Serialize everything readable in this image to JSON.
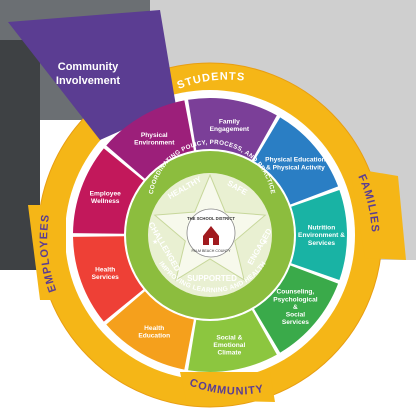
{
  "colors": {
    "outer_ring": "#f5b617",
    "outer_ring_edge": "#e89e12",
    "community_involvement": "#5b3d92",
    "core_ring": "#8cbd3e",
    "core_inner": "#e9f0d2",
    "star": "#f7f9ec",
    "logo_red": "#a11b1f",
    "backdrop_gray": "#cfcfcf"
  },
  "outer_labels": {
    "students": "STUDENTS",
    "families": "FAMILIES",
    "community": "COMMUNITY",
    "employees": "EMPLOYEES"
  },
  "community_involvement": {
    "line1": "Community",
    "line2": "Involvement"
  },
  "segments": [
    {
      "lines": [
        "Physical Education",
        "& Physical Activity"
      ],
      "color": "#2a7ec4"
    },
    {
      "lines": [
        "Nutrition",
        "Environment &",
        "Services"
      ],
      "color": "#19b3a4"
    },
    {
      "lines": [
        "Counseling,",
        "Psychological",
        "&",
        "Social",
        "Services"
      ],
      "color": "#3aaa4a"
    },
    {
      "lines": [
        "Social &",
        "Emotional",
        "Climate"
      ],
      "color": "#8cc63f"
    },
    {
      "lines": [
        "Health",
        "Education"
      ],
      "color": "#f5a01c"
    },
    {
      "lines": [
        "Health",
        "Services"
      ],
      "color": "#ee4036"
    },
    {
      "lines": [
        "Employee",
        "Wellness"
      ],
      "color": "#c2185b"
    },
    {
      "lines": [
        "Physical",
        "Environment"
      ],
      "color": "#9c1f7a"
    },
    {
      "lines": [
        "Family",
        "Engagement"
      ],
      "color": "#7b3f98"
    }
  ],
  "core": {
    "top_arc": "COORDINATING POLICY, PROCESS, AND PRACTICE",
    "bottom_arc": "IMPROVING LEARNING AND HEALTH",
    "star_words": {
      "healthy": "HEALTHY",
      "safe": "SAFE",
      "engaged": "ENGAGED",
      "supported": "SUPPORTED",
      "challenged": "CHALLENGED"
    },
    "logo": {
      "top": "THE SCHOOL DISTRICT",
      "bottom": "PALM BEACH COUNTY"
    }
  }
}
